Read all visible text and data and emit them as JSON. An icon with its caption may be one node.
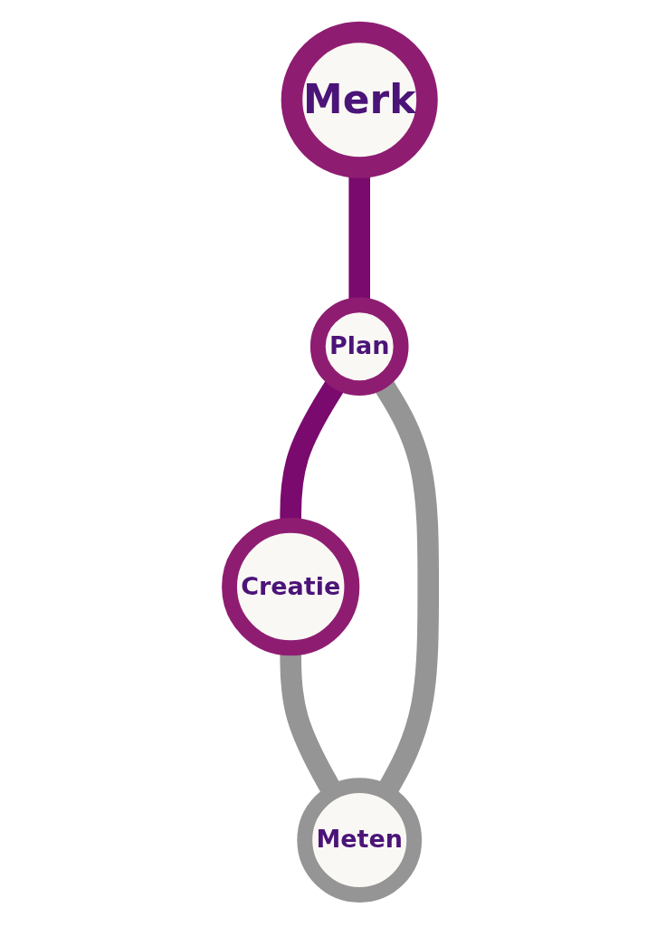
{
  "diagram": {
    "nodes": [
      {
        "text": [
          "Merk"
        ]
      },
      {
        "text": [
          "Plan"
        ]
      },
      {
        "text": [
          "Creatie"
        ]
      },
      {
        "text": [
          "Meten"
        ]
      }
    ],
    "edges": [
      {
        "from": 0,
        "to": 1,
        "arrow": "none"
      },
      {
        "from": 1,
        "to": 2,
        "arrow": "none"
      },
      {
        "from": 2,
        "to": 3,
        "arrow": "none",
        "color": "#959595"
      },
      {
        "from": 3,
        "to": 1,
        "arrow": "none",
        "color": "#959595"
      }
    ]
  }
}
